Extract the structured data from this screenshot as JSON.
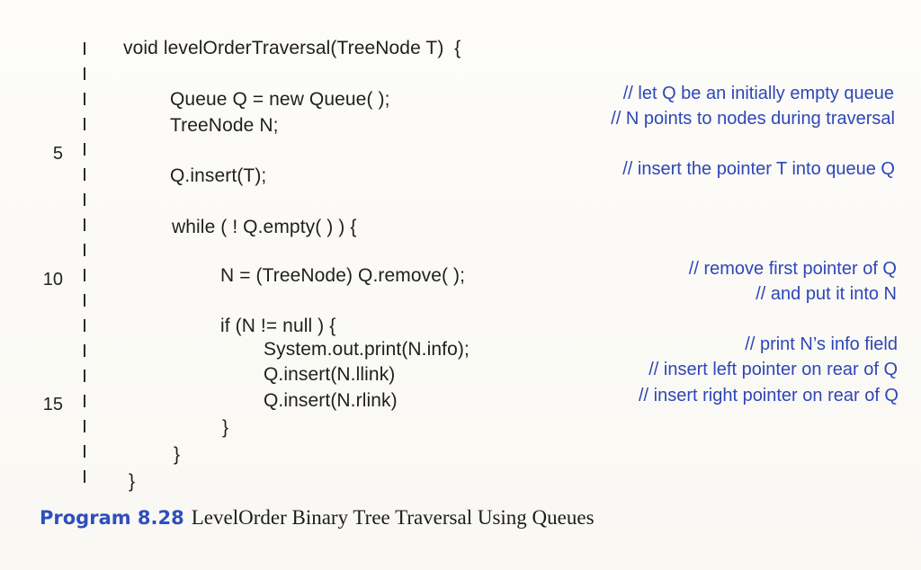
{
  "listing": {
    "line_numbers": [
      "5",
      "10",
      "15"
    ],
    "code": [
      "void levelOrderTraversal(TreeNode T)  {",
      "Queue Q = new Queue( );",
      "TreeNode N;",
      "Q.insert(T);",
      "while ( ! Q.empty( ) ) {",
      "N = (TreeNode) Q.remove( );",
      "if (N != null ) {",
      "System.out.print(N.info);",
      "Q.insert(N.llink)",
      "Q.insert(N.rlink)",
      "}",
      "}",
      "}"
    ],
    "comments": [
      "// let Q be an initially empty queue",
      "// N points to nodes during traversal",
      "// insert the pointer T into queue Q",
      "// remove first pointer of Q",
      "// and put it into N",
      "// print N’s info field",
      "// insert left pointer on rear of Q",
      "// insert right pointer on rear of Q"
    ]
  },
  "caption": {
    "label": "Program 8.28",
    "text": "LevelOrder Binary Tree Traversal Using Queues"
  },
  "colors": {
    "comment": "#2f46b8",
    "caption_label": "#2f4fbd",
    "text": "#1c1c1c"
  }
}
